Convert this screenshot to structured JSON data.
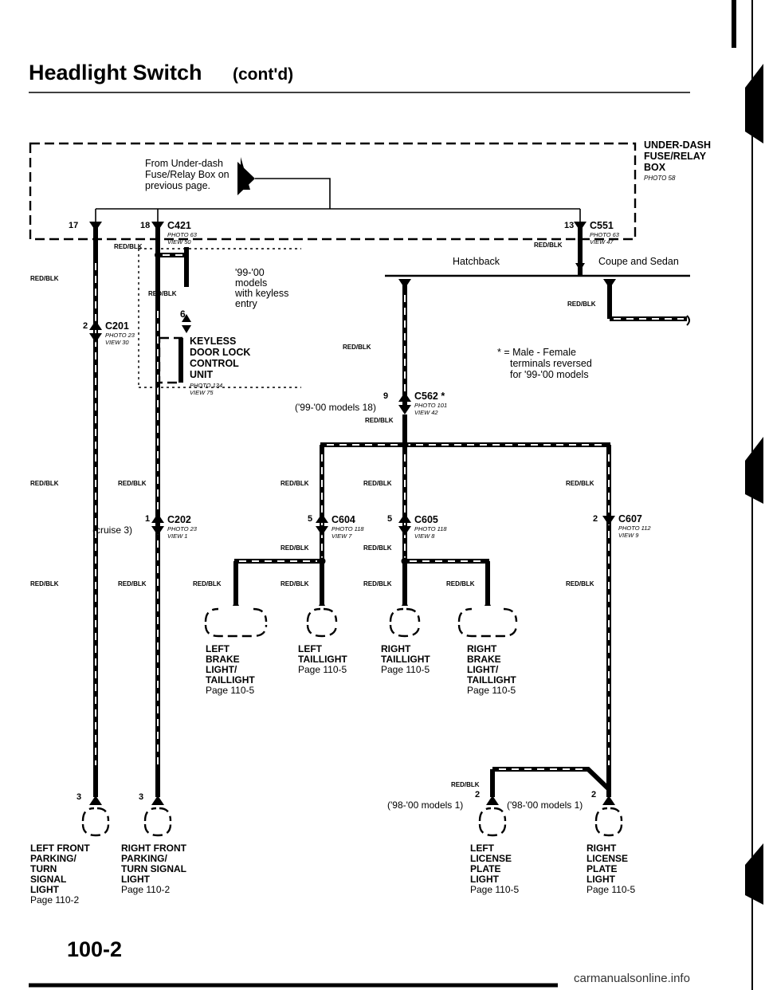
{
  "header": {
    "title": "Headlight Switch",
    "subtitle": "(cont'd)"
  },
  "page_number": "100-2",
  "watermark": "carmanualsonline.info",
  "fuse_box": {
    "label_lines": [
      "UNDER-DASH",
      "FUSE/RELAY",
      "BOX"
    ],
    "photo": "PHOTO 58",
    "from_lines": [
      "From Under-dash",
      "Fuse/Relay Box on",
      "previous page."
    ]
  },
  "wire_color": "RED/BLK",
  "connectors": {
    "c421": {
      "name": "C421",
      "photo": "PHOTO 63",
      "view": "VIEW 50",
      "pin": "18",
      "pin2": "17"
    },
    "c551": {
      "name": "C551",
      "photo": "PHOTO 63",
      "view": "VIEW 47",
      "pin": "13"
    },
    "c201": {
      "name": "C201",
      "photo": "PHOTO 23",
      "view": "VIEW 30",
      "pin": "2"
    },
    "c202": {
      "name": "C202",
      "photo": "PHOTO 23",
      "view": "VIEW 1",
      "pin": "1",
      "note": "(cruise 3)"
    },
    "c562": {
      "name": "C562 *",
      "photo": "PHOTO 101",
      "view": "VIEW 42",
      "pin": "9",
      "note": "('99-'00 models 18)"
    },
    "c604": {
      "name": "C604",
      "photo": "PHOTO 118",
      "view": "VIEW 7",
      "pin": "5"
    },
    "c605": {
      "name": "C605",
      "photo": "PHOTO 118",
      "view": "VIEW 8",
      "pin": "5"
    },
    "c607": {
      "name": "C607",
      "photo": "PHOTO 112",
      "view": "VIEW 9",
      "pin": "2"
    }
  },
  "keyless": {
    "models_lines": [
      "'99-'00",
      "models",
      "with keyless",
      "entry"
    ],
    "label_lines": [
      "KEYLESS",
      "DOOR LOCK",
      "CONTROL",
      "UNIT"
    ],
    "photo": "PHOTO 134",
    "view": "VIEW 75",
    "pin": "6"
  },
  "variants": {
    "hatchback": "Hatchback",
    "coupe_sedan": "Coupe and Sedan"
  },
  "footnote_lines": [
    "* = Male - Female",
    "terminals reversed",
    "for '99-'00 models"
  ],
  "bulbs": {
    "left_brake": {
      "lines": [
        "LEFT",
        "BRAKE",
        "LIGHT/",
        "TAILLIGHT",
        "Page 110-5"
      ]
    },
    "left_tail": {
      "lines": [
        "LEFT",
        "TAILLIGHT",
        "Page 110-5"
      ]
    },
    "right_tail": {
      "lines": [
        "RIGHT",
        "TAILLIGHT",
        "Page 110-5"
      ]
    },
    "right_brake": {
      "lines": [
        "RIGHT",
        "BRAKE",
        "LIGHT/",
        "TAILLIGHT",
        "Page 110-5"
      ]
    },
    "left_front": {
      "pin": "3",
      "lines": [
        "LEFT FRONT",
        "PARKING/",
        "TURN",
        "SIGNAL",
        "LIGHT",
        "Page 110-2"
      ]
    },
    "right_front": {
      "pin": "3",
      "lines": [
        "RIGHT FRONT",
        "PARKING/",
        "TURN SIGNAL",
        "LIGHT",
        "Page 110-2"
      ]
    },
    "left_license": {
      "pin": "2",
      "note": "('98-'00 models 1)",
      "lines": [
        "LEFT",
        "LICENSE",
        "PLATE",
        "LIGHT",
        "Page 110-5"
      ]
    },
    "right_license": {
      "pin": "2",
      "note": "('98-'00 models 1)",
      "lines": [
        "RIGHT",
        "LICENSE",
        "PLATE",
        "LIGHT",
        "Page 110-5"
      ]
    }
  }
}
